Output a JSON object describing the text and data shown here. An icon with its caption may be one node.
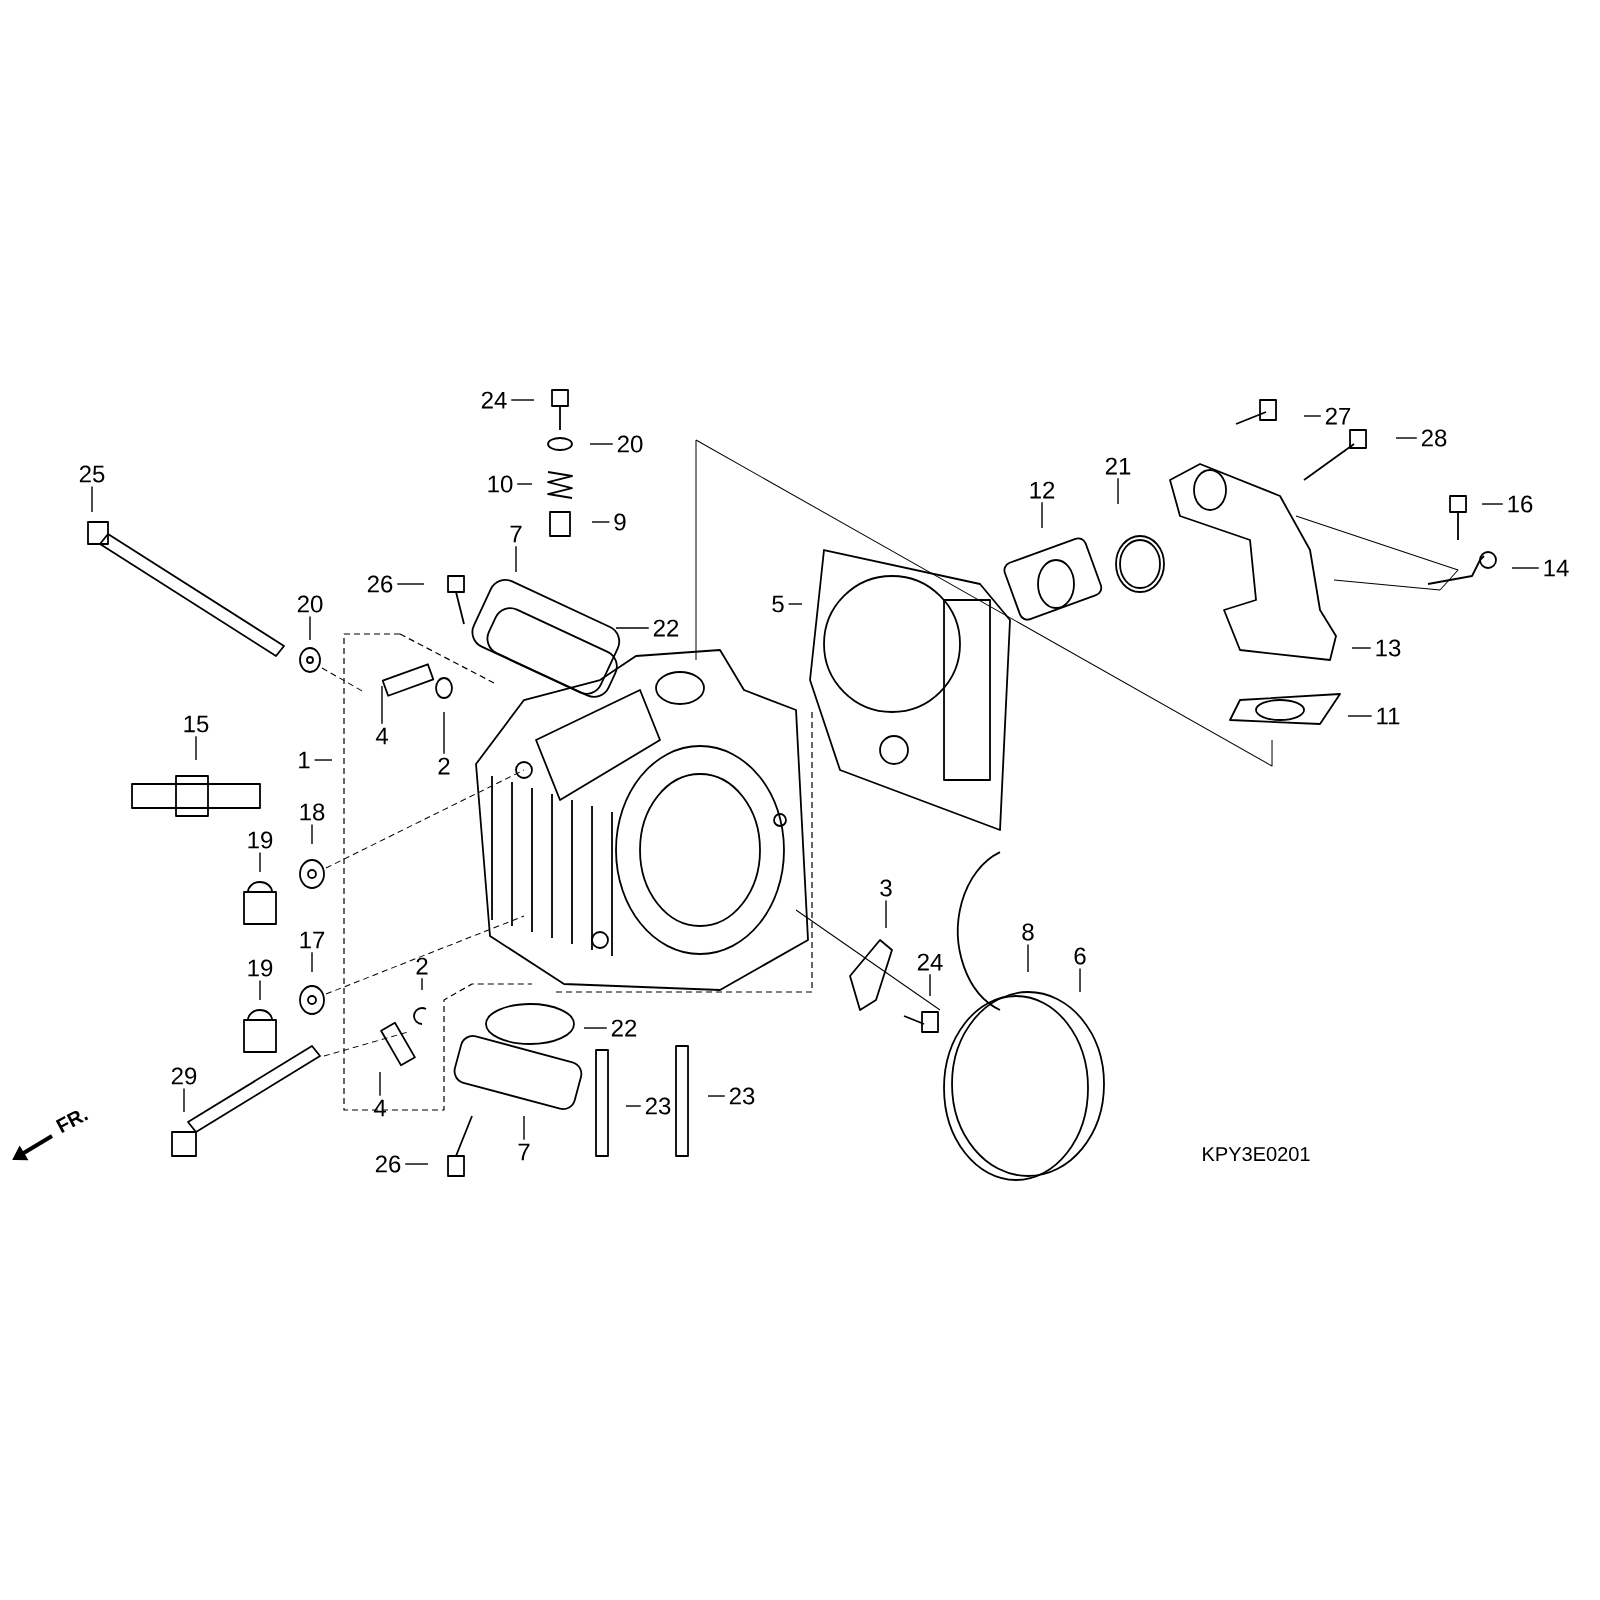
{
  "diagram": {
    "nodes": [
      {
        "text": [
          "24"
        ]
      },
      {
        "text": [
          "20"
        ]
      },
      {
        "text": [
          "10"
        ]
      },
      {
        "text": [
          "9"
        ]
      },
      {
        "text": [
          "7"
        ]
      },
      {
        "text": [
          "26"
        ]
      },
      {
        "text": [
          "22"
        ]
      },
      {
        "text": [
          "25"
        ]
      },
      {
        "text": [
          "20"
        ]
      },
      {
        "text": [
          "4"
        ]
      },
      {
        "text": [
          "2"
        ]
      },
      {
        "text": [
          "1"
        ]
      },
      {
        "text": [
          "15"
        ]
      },
      {
        "text": [
          "18"
        ]
      },
      {
        "text": [
          "19"
        ]
      },
      {
        "text": [
          "17"
        ]
      },
      {
        "text": [
          "19"
        ]
      },
      {
        "text": [
          "2"
        ]
      },
      {
        "text": [
          "22"
        ]
      },
      {
        "text": [
          "4"
        ]
      },
      {
        "text": [
          "29"
        ]
      },
      {
        "text": [
          "7"
        ]
      },
      {
        "text": [
          "23"
        ]
      },
      {
        "text": [
          "23"
        ]
      },
      {
        "text": [
          "26"
        ]
      },
      {
        "text": [
          "5"
        ]
      },
      {
        "text": [
          "12"
        ]
      },
      {
        "text": [
          "21"
        ]
      },
      {
        "text": [
          "27"
        ]
      },
      {
        "text": [
          "28"
        ]
      },
      {
        "text": [
          "16"
        ]
      },
      {
        "text": [
          "14"
        ]
      },
      {
        "text": [
          "13"
        ]
      },
      {
        "text": [
          "11"
        ]
      },
      {
        "text": [
          "3"
        ]
      },
      {
        "text": [
          "24"
        ]
      },
      {
        "text": [
          "8"
        ]
      },
      {
        "text": [
          "6"
        ]
      }
    ],
    "edges": [
      {
        "from": 0,
        "to": null,
        "arrow": "none"
      },
      {
        "from": 1,
        "to": null,
        "arrow": "none"
      },
      {
        "from": 2,
        "to": null,
        "arrow": "none"
      },
      {
        "from": 3,
        "to": null,
        "arrow": "none"
      },
      {
        "from": 4,
        "to": null,
        "arrow": "none"
      },
      {
        "from": 5,
        "to": null,
        "arrow": "none"
      },
      {
        "from": 6,
        "to": null,
        "arrow": "none"
      },
      {
        "from": 7,
        "to": null,
        "arrow": "none"
      },
      {
        "from": 8,
        "to": null,
        "arrow": "none"
      },
      {
        "from": 9,
        "to": null,
        "arrow": "none"
      },
      {
        "from": 10,
        "to": null,
        "arrow": "none"
      },
      {
        "from": 11,
        "to": null,
        "arrow": "none"
      },
      {
        "from": 12,
        "to": null,
        "arrow": "none"
      },
      {
        "from": 13,
        "to": null,
        "arrow": "none"
      },
      {
        "from": 14,
        "to": null,
        "arrow": "none"
      },
      {
        "from": 15,
        "to": null,
        "arrow": "none"
      },
      {
        "from": 16,
        "to": null,
        "arrow": "none"
      },
      {
        "from": 17,
        "to": null,
        "arrow": "none"
      },
      {
        "from": 18,
        "to": null,
        "arrow": "none"
      },
      {
        "from": 19,
        "to": null,
        "arrow": "none"
      },
      {
        "from": 20,
        "to": null,
        "arrow": "none"
      },
      {
        "from": 21,
        "to": null,
        "arrow": "none"
      },
      {
        "from": 22,
        "to": null,
        "arrow": "none"
      },
      {
        "from": 23,
        "to": null,
        "arrow": "none"
      },
      {
        "from": 24,
        "to": null,
        "arrow": "none"
      },
      {
        "from": 25,
        "to": null,
        "arrow": "none"
      },
      {
        "from": 26,
        "to": null,
        "arrow": "none"
      },
      {
        "from": 27,
        "to": null,
        "arrow": "none"
      },
      {
        "from": 28,
        "to": null,
        "arrow": "none"
      },
      {
        "from": 29,
        "to": null,
        "arrow": "none"
      },
      {
        "from": 30,
        "to": null,
        "arrow": "none"
      },
      {
        "from": 31,
        "to": null,
        "arrow": "none"
      },
      {
        "from": 32,
        "to": null,
        "arrow": "none"
      },
      {
        "from": 33,
        "to": null,
        "arrow": "none"
      },
      {
        "from": 34,
        "to": null,
        "arrow": "none"
      },
      {
        "from": 35,
        "to": null,
        "arrow": "none"
      },
      {
        "from": 36,
        "to": null,
        "arrow": "none"
      },
      {
        "from": 37,
        "to": null,
        "arrow": "none"
      }
    ],
    "labels": [
      "FR.",
      "KPY3E0201"
    ]
  }
}
